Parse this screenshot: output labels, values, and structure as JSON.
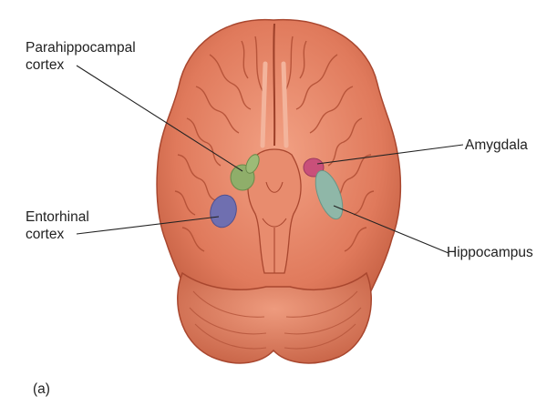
{
  "labels": {
    "parahippocampal": {
      "line1": "Parahippocampal",
      "line2": "cortex"
    },
    "entorhinal": {
      "line1": "Entorhinal",
      "line2": "cortex"
    },
    "amygdala": "Amygdala",
    "hippocampus": "Hippocampus"
  },
  "panel_label": "(a)",
  "colors": {
    "brain": "#e07a5c",
    "brain_dark": "#b8533a",
    "brain_light": "#f0a58a",
    "parahippocampal": "#8fae6a",
    "entorhinal": "#6f6fb0",
    "amygdala": "#c9507a",
    "hippocampus": "#8fb7a8",
    "leader_line": "#222222"
  }
}
